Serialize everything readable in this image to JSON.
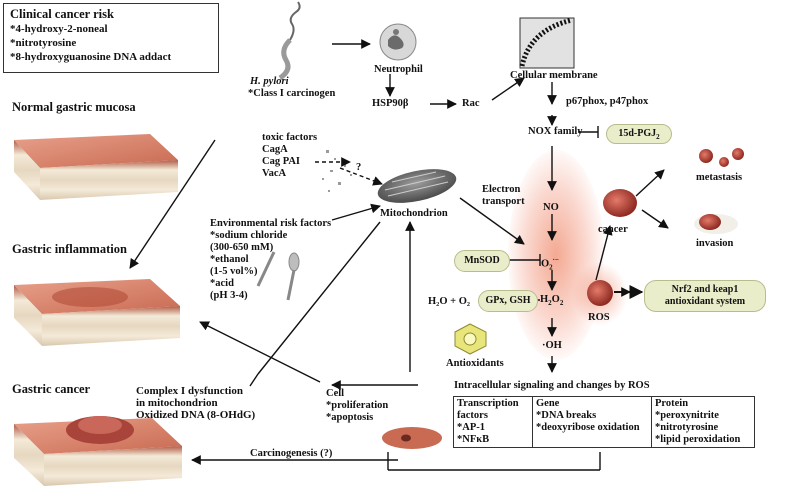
{
  "clinical_risk": {
    "title": "Clinical cancer risk",
    "items": [
      "*4-hydroxy-2-noneal",
      "*nitrotyrosine",
      "*8-hydroxyguanosine DNA addact"
    ]
  },
  "stages": {
    "normal": "Normal gastric mucosa",
    "inflammation": "Gastric inflammation",
    "cancer": "Gastric cancer"
  },
  "hpylori": {
    "name": "H. pylori",
    "carcinogen": "*Class I carcinogen",
    "toxic_title": "toxic factors",
    "toxic_items": [
      "CagA",
      "Cag PAI",
      "VacA"
    ]
  },
  "question_mark": "?",
  "neutrophil": "Neutrophil",
  "hsp90": "HSP90β",
  "rac": "Rac",
  "cell_membrane": "Cellular membrane",
  "phox": "p67phox, p47phox",
  "nox": "NOX family",
  "pgj2": {
    "main": "15d-PGJ",
    "sub": "2"
  },
  "mitochondrion": "Mitochondrion",
  "electron_transport": [
    "Electron",
    "transport"
  ],
  "environmental": {
    "title": "Environmental risk factors",
    "items": [
      "*sodium chloride",
      "(300-650 mM)",
      "*ethanol",
      "(1-5 vol%)",
      "*acid",
      "(pH 3-4)"
    ]
  },
  "ros_chain": {
    "no": "NO",
    "o2": "O",
    "o2_sub": "2",
    "o2_sup": "·−",
    "h2o2": "H",
    "h2o2_sub1": "2",
    "h2o2_mid": "O",
    "h2o2_sub2": "2",
    "oh": "·OH"
  },
  "mnsod": "MnSOD",
  "gpx": "GPx, GSH",
  "water": "H₂O + O₂",
  "antioxidants": "Antioxidants",
  "ros": "ROS",
  "nrf2": [
    "Nrf2 and keap1",
    "antioxidant system"
  ],
  "cancer": "cancer",
  "metastasis": "metastasis",
  "invasion": "invasion",
  "intracellular": "Intracellular signaling and changes by ROS",
  "table": {
    "transcription": [
      "Transcription",
      "factors",
      "*AP-1",
      "*NFκB"
    ],
    "gene": [
      "Gene",
      "*DNA breaks",
      "*deoxyribose oxidation"
    ],
    "protein": [
      "Protein",
      "*peroxynitrite",
      "*nitrotyrosine",
      "*lipid peroxidation"
    ]
  },
  "complex1": [
    "Complex I dysfunction",
    "in mitochondrion",
    "Oxidized DNA (8-OHdG)"
  ],
  "cell": {
    "title": "Cell",
    "items": [
      "*proliferation",
      "*apoptosis"
    ]
  },
  "carcinogenesis": "Carcinogenesis (?)",
  "colors": {
    "tissue_top": "#d9846c",
    "tissue_layers": "#f1e4d0",
    "glow": "#f19a7c",
    "pill": "#eaedc9",
    "arrow": "#111111"
  }
}
